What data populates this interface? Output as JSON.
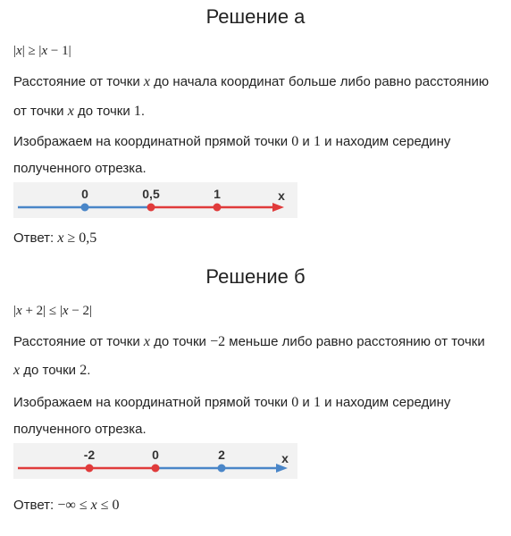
{
  "a": {
    "heading": "Решение а",
    "formula_pre": "|",
    "formula_x1": "x",
    "formula_mid": "| ≥ |",
    "formula_x2": "x",
    "formula_post": " − 1|",
    "p1_pre": "Расстояние от точки ",
    "p1_var": "x",
    "p1_post": " до начала координат больше либо равно расстоянию",
    "p2_pre": "от точки ",
    "p2_var": "x",
    "p2_mid": " до точки ",
    "p2_num": "1",
    "p2_post": ".",
    "p3_pre": "Изображаем на координатной прямой точки ",
    "p3_n1": "0",
    "p3_mid": " и ",
    "p3_n2": "1",
    "p3_post": " и находим середину",
    "p4": "полученного отрезка.",
    "labels": [
      "0",
      "0,5",
      "1",
      "x"
    ],
    "answer_label": "Ответ: ",
    "answer_var": "x",
    "answer_rel": " ≥ ",
    "answer_num": "0,5"
  },
  "b": {
    "heading": "Решение б",
    "formula_pre": "|",
    "formula_x1": "x",
    "formula_mid": " + 2| ≤ |",
    "formula_x2": "x",
    "formula_post": " − 2|",
    "p1_pre": "Расстояние от точки ",
    "p1_var": "x",
    "p1_mid": " до точки ",
    "p1_num": "−2",
    "p1_post": " меньше либо равно расстоянию от точки",
    "p2_var": "x",
    "p2_mid": " до точки ",
    "p2_num": "2",
    "p2_post": ".",
    "p3_pre": "Изображаем на координатной прямой точки ",
    "p3_n1": "0",
    "p3_mid": " и ",
    "p3_n2": "1",
    "p3_post": " и находим середину",
    "p4": "полученного отрезка.",
    "labels": [
      "-2",
      "0",
      "2",
      "x"
    ],
    "answer_label": "Ответ: ",
    "answer_pre": "−∞ ≤ ",
    "answer_var": "x",
    "answer_post": " ≤ 0"
  },
  "colors": {
    "blue": "#4a86c8",
    "red": "#e03b3b"
  }
}
